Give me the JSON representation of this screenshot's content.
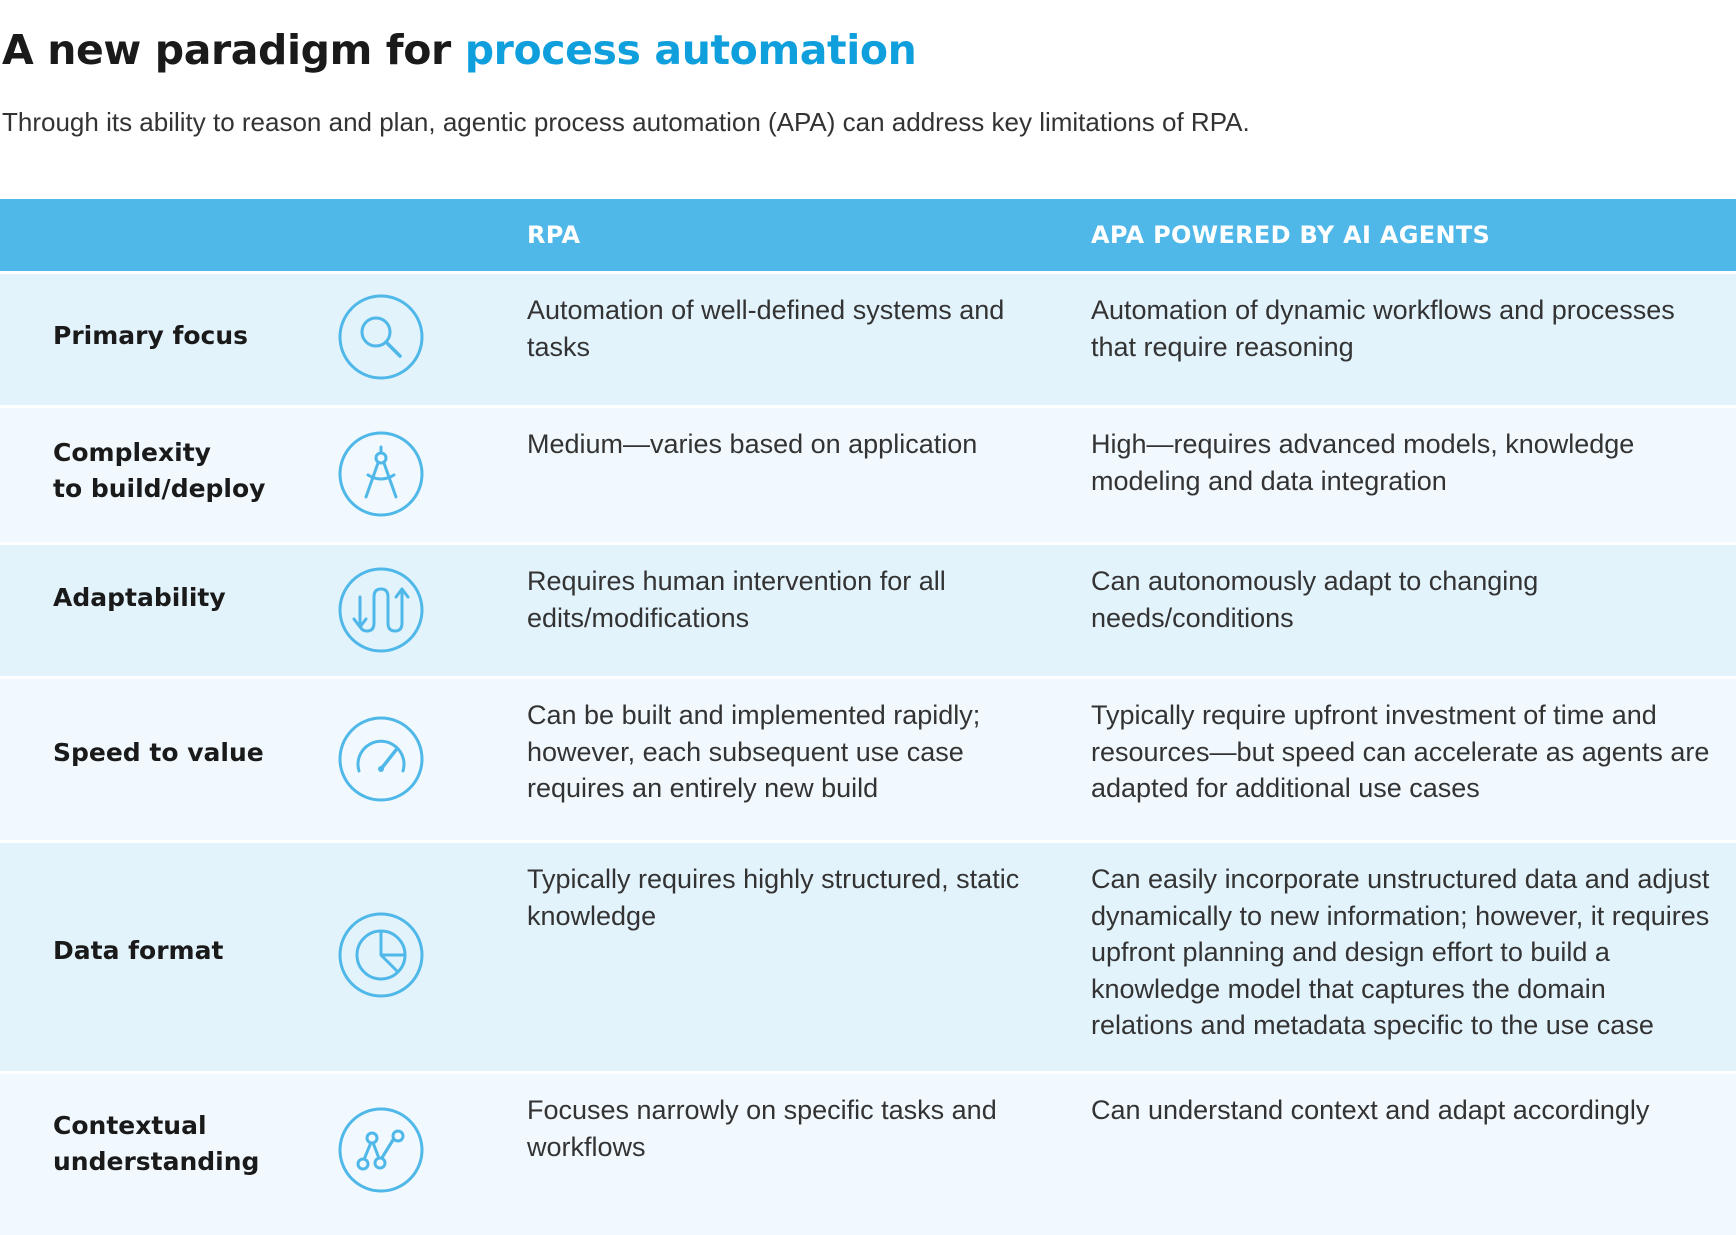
{
  "header": {
    "title_plain": "A new paradigm for ",
    "title_accent": "process automation",
    "subtitle": "Through its ability to reason and plan, agentic process automation (APA) can address key limitations of RPA."
  },
  "colors": {
    "accent": "#0f9fdc",
    "header_bar": "#4fb8e9",
    "row_tint_a": "#e3f3fc",
    "row_tint_b": "#f1f9fe",
    "icon_stroke": "#4fb8e9"
  },
  "table": {
    "columns": [
      "",
      "RPA",
      "APA POWERED BY AI AGENTS"
    ],
    "rows": [
      {
        "label": "Primary focus",
        "icon": "magnifier-icon",
        "rpa": "Automation of well-defined systems and tasks",
        "apa": "Automation of dynamic workflows and processes that require reasoning"
      },
      {
        "label": "Complexity\nto build/deploy",
        "icon": "drafting-compass-icon",
        "rpa": "Medium—varies based on application",
        "apa": "High—requires advanced models, knowledge modeling and data integration"
      },
      {
        "label": "Adaptability",
        "icon": "adapt-arrows-icon",
        "rpa": "Requires human intervention for all edits/modifications",
        "apa": "Can autonomously adapt to changing needs/conditions"
      },
      {
        "label": "Speed to value",
        "icon": "speedometer-icon",
        "rpa": "Can be built and implemented rapidly; however, each subsequent use case requires an entirely new build",
        "apa": "Typically require upfront investment of time and resources—but speed can accelerate as agents are adapted for additional use cases"
      },
      {
        "label": "Data format",
        "icon": "pie-chart-icon",
        "rpa": "Typically requires highly structured, static knowledge",
        "apa": "Can easily incorporate unstructured data and adjust dynamically to new information; however, it requires upfront planning and design effort to build a knowledge model that captures the domain relations and metadata specific to the use case"
      },
      {
        "label": "Contextual\nunderstanding",
        "icon": "network-graph-icon",
        "rpa": "Focuses narrowly on specific tasks and workflows",
        "apa": "Can understand context and adapt accordingly"
      }
    ]
  }
}
